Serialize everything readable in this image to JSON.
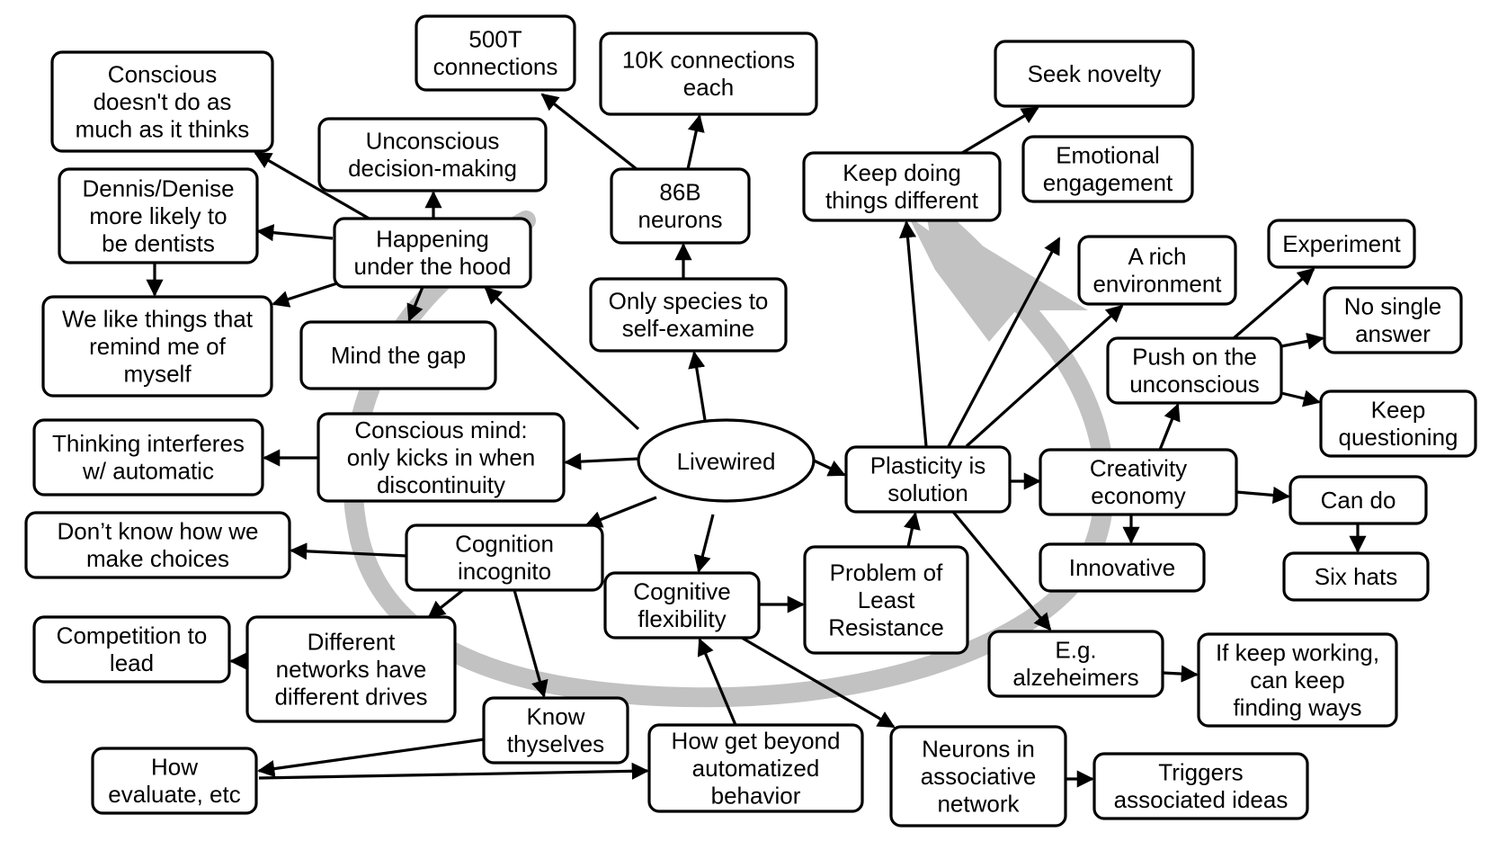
{
  "nodes": {
    "livewired": "Livewired",
    "conscious_doesnt": "Conscious doesn't do as much as it thinks",
    "t500": "500T connections",
    "k10": "10K connections each",
    "seek_novelty": "Seek novelty",
    "unconscious_decision": "Unconscious decision-making",
    "dennis": "Dennis/Denise more likely to be dentists",
    "happening": "Happening under the hood",
    "b86": "86B neurons",
    "keep_doing": "Keep doing things different",
    "emotional": "Emotional engagement",
    "we_like": "We like things that remind me of myself",
    "mind_gap": "Mind the gap",
    "only_species": "Only species to self-examine",
    "rich_env": "A rich environment",
    "experiment": "Experiment",
    "no_single": "No single answer",
    "push_unconscious": "Push on the unconscious",
    "keep_questioning": "Keep questioning",
    "thinking_interferes": "Thinking interferes w/ automatic",
    "conscious_mind": "Conscious mind: only kicks in when discontinuity",
    "plasticity": "Plasticity is solution",
    "creativity": "Creativity economy",
    "can_do": "Can do",
    "dont_know": "Don’t know how we make choices",
    "cognition_incognito": "Cognition incognito",
    "innovative": "Innovative",
    "six_hats": "Six hats",
    "problem_least": "Problem of Least Resistance",
    "cognitive_flex": "Cognitive flexibility",
    "competition": "Competition to lead",
    "different_networks": "Different networks have different drives",
    "eg_alz": "E.g. alzeheimers",
    "keep_working": "If keep working, can keep finding ways",
    "know_thyselves": "Know thyselves",
    "how_evaluate": "How evaluate, etc",
    "how_get_beyond": "How get beyond automatized behavior",
    "neurons_assoc": "Neurons in associative network",
    "triggers": "Triggers associated ideas"
  }
}
